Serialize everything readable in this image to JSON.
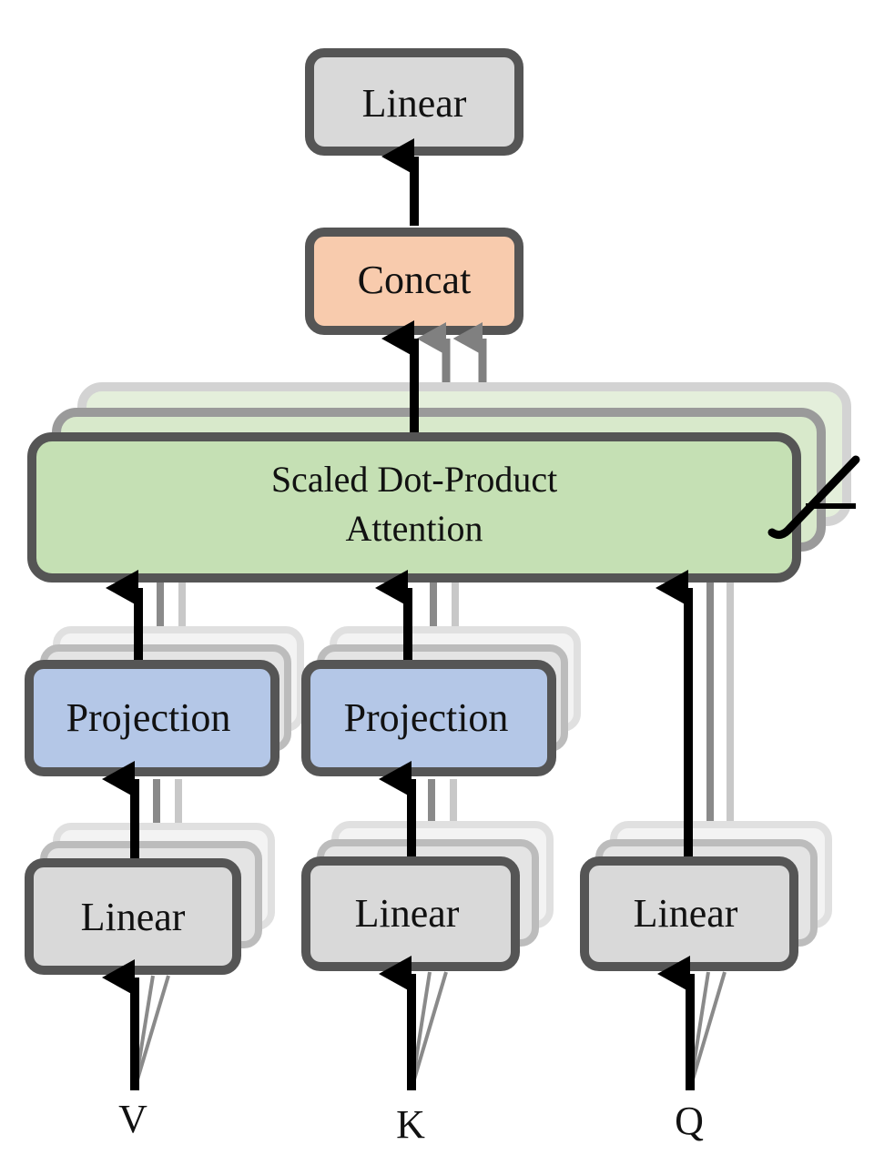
{
  "colors": {
    "linear_fill": "#d9d9d9",
    "projection_fill": "#b4c7e7",
    "attention_fill": "#c5e0b4",
    "concat_fill": "#f8cbad",
    "border": "#555555",
    "arrow": "#000000"
  },
  "boxes": {
    "top_linear": "Linear",
    "concat": "Concat",
    "attention_line1": "Scaled Dot-Product",
    "attention_line2": "Attention",
    "projection_v": "Projection",
    "projection_k": "Projection",
    "linear_v": "Linear",
    "linear_k": "Linear",
    "linear_q": "Linear"
  },
  "inputs": {
    "v": "V",
    "k": "K",
    "q": "Q"
  }
}
